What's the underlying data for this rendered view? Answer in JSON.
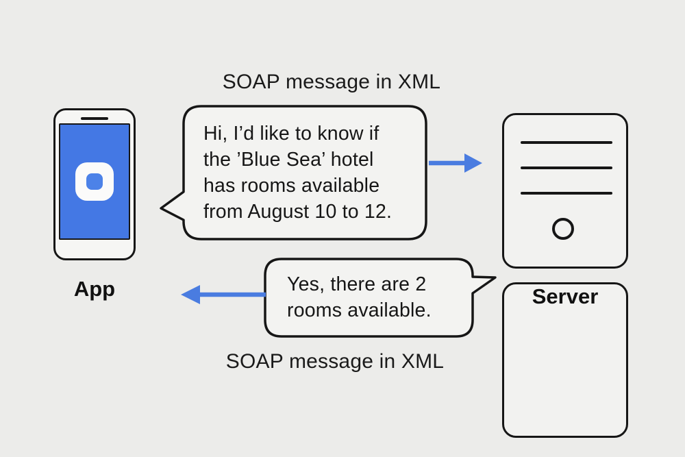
{
  "labels": {
    "top_caption": "SOAP message in XML",
    "bottom_caption": "SOAP message in XML",
    "app": "App",
    "server": "Server"
  },
  "messages": {
    "request": "Hi, I’d like to know if\nthe ’Blue Sea’ hotel\nhas rooms available\nfrom August 10 to 12.",
    "response": "Yes, there are 2\nrooms available."
  },
  "icons": {
    "phone": "smartphone-icon",
    "app_logo": "app-logo-squircle-icon",
    "server": "server-tower-icon",
    "arrow_right": "request-arrow-right-icon",
    "arrow_left": "response-arrow-left-icon"
  },
  "colors": {
    "background": "#ececea",
    "bubble_fill": "#f3f3f1",
    "panel_fill": "#f2f2f0",
    "outline": "#161616",
    "text": "#1a1a1a",
    "arrow_blue": "#4a7ce0",
    "screen_blue": "#4478e4",
    "app_icon_blue": "#4c82e8"
  }
}
